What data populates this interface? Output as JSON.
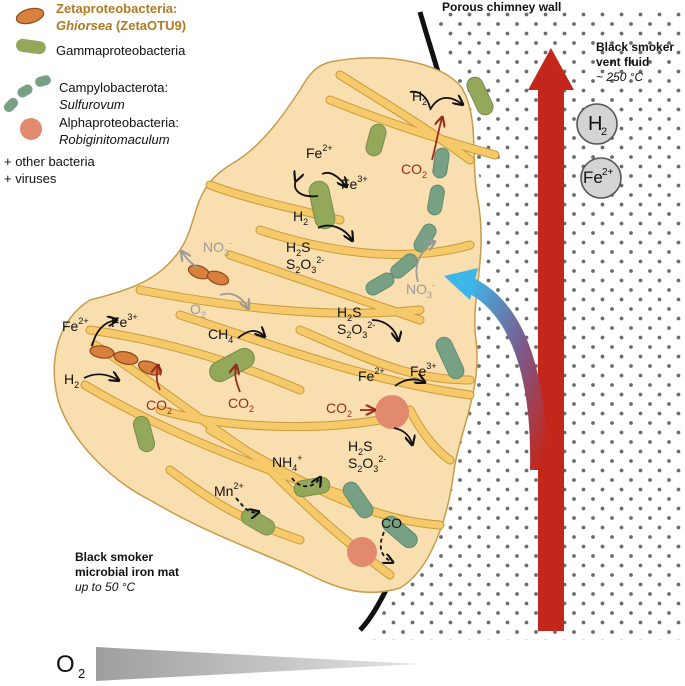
{
  "legend": {
    "zeta_title_1": "Zetaproteobacteria:",
    "zeta_title_2": "Ghiorsea",
    "zeta_title_3": " (ZetaOTU9)",
    "gamma": "Gammaproteobacteria",
    "campy_1": "Campylobacterota:",
    "campy_2": "Sulfurovum",
    "alpha_1": "Alphaproteobacteria:",
    "alpha_2": "Robiginitomaculum",
    "other_1": "+ other bacteria",
    "other_2": "+ viruses"
  },
  "labels": {
    "chimney_wall": "Porous chimney wall",
    "vent_fluid_1": "Black smoker",
    "vent_fluid_2": "vent fluid",
    "vent_temp": "~ 250 °C",
    "mat_1": "Black smoker",
    "mat_2": "microbial iron mat",
    "mat_temp": "up to 50 °C",
    "h2_circle": "H",
    "h2_circle_sub": "2",
    "fe_circle": "Fe",
    "fe_circle_sup": "2+",
    "o2_gradient": "O",
    "o2_gradient_sub": "2"
  },
  "colors": {
    "mat_fill": "#f9dfb0",
    "mat_outline": "#c79b4b",
    "filament": "#f6c96a",
    "zeta": "#d9803f",
    "gamma": "#94a85c",
    "campy": "#78a085",
    "alpha": "#e18a6e",
    "vent_arrow": "#c3271c",
    "flow_arrow": "#4ab8e6",
    "wall_dots": "#6d6d6d"
  }
}
